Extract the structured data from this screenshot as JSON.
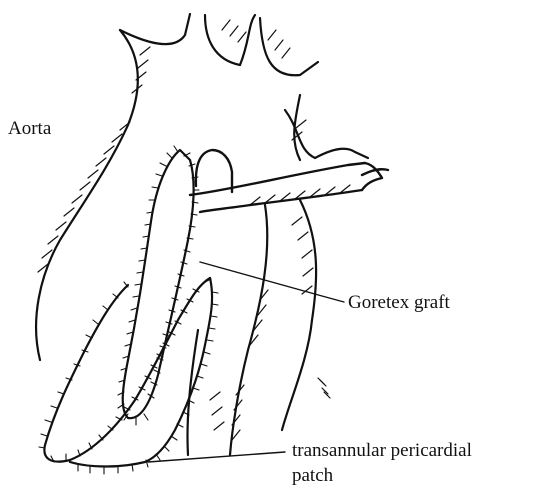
{
  "labels": {
    "aorta": "Aorta",
    "goretex_graft": "Goretex graft",
    "patch_line1": "transannular pericardial",
    "patch_line2": "patch"
  },
  "colors": {
    "ink": "#111111",
    "background": "#ffffff"
  }
}
